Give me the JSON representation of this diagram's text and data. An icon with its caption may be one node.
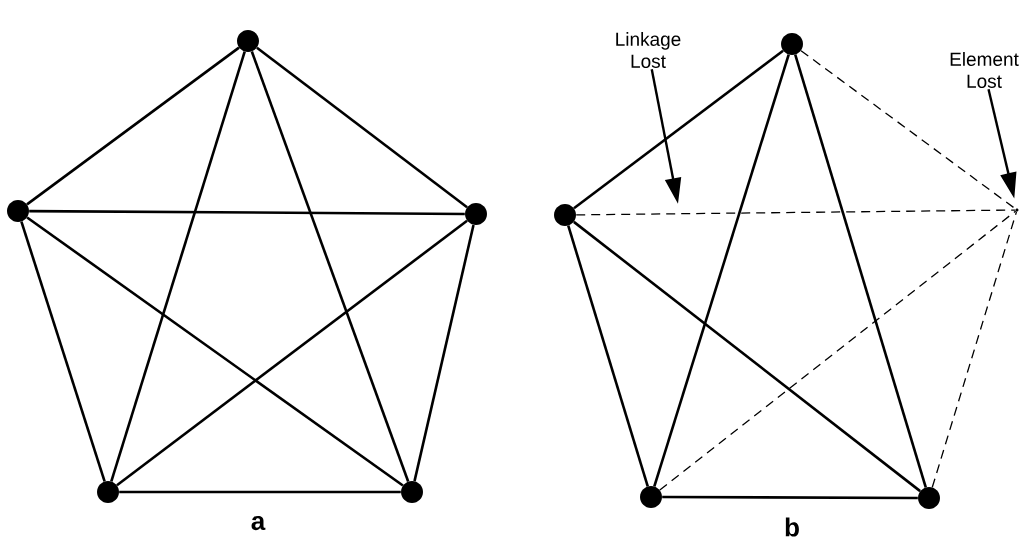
{
  "diagram": {
    "nodes": [
      {
        "text": [],
        "shape": "circle"
      },
      {
        "text": [],
        "shape": "circle"
      },
      {
        "text": [],
        "shape": "circle"
      },
      {
        "text": [],
        "shape": "circle"
      },
      {
        "text": [],
        "shape": "circle"
      },
      {
        "text": [],
        "shape": "circle"
      },
      {
        "text": [],
        "shape": "circle"
      },
      {
        "text": [],
        "shape": "point"
      },
      {
        "text": [],
        "shape": "circle"
      },
      {
        "text": [],
        "shape": "circle"
      },
      {
        "text": [
          "Linkage Lost"
        ]
      },
      {
        "text": [
          "Element Lost"
        ]
      }
    ],
    "edges": [
      {
        "from": 0,
        "to": 1,
        "arrow": "none"
      },
      {
        "from": 0,
        "to": 2,
        "arrow": "none"
      },
      {
        "from": 0,
        "to": 3,
        "arrow": "none"
      },
      {
        "from": 0,
        "to": 4,
        "arrow": "none"
      },
      {
        "from": 1,
        "to": 2,
        "arrow": "none"
      },
      {
        "from": 1,
        "to": 3,
        "arrow": "none"
      },
      {
        "from": 1,
        "to": 4,
        "arrow": "none"
      },
      {
        "from": 2,
        "to": 3,
        "arrow": "none"
      },
      {
        "from": 2,
        "to": 4,
        "arrow": "none"
      },
      {
        "from": 3,
        "to": 4,
        "arrow": "none"
      },
      {
        "from": 5,
        "to": 6,
        "arrow": "none"
      },
      {
        "from": 5,
        "to": 8,
        "arrow": "none"
      },
      {
        "from": 5,
        "to": 9,
        "arrow": "none"
      },
      {
        "from": 6,
        "to": 8,
        "arrow": "none"
      },
      {
        "from": 6,
        "to": 9,
        "arrow": "none"
      },
      {
        "from": 8,
        "to": 9,
        "arrow": "none"
      },
      {
        "from": 5,
        "to": 7,
        "arrow": "none",
        "style": "dashed"
      },
      {
        "from": 6,
        "to": 7,
        "arrow": "none",
        "style": "dashed"
      },
      {
        "from": 8,
        "to": 7,
        "arrow": "none",
        "style": "dashed"
      },
      {
        "from": 9,
        "to": 7,
        "arrow": "none",
        "style": "dashed"
      },
      {
        "from": 10,
        "to": null,
        "arrow": "to"
      },
      {
        "from": 11,
        "to": 7,
        "arrow": "to"
      }
    ],
    "labels": [
      "a",
      "b"
    ]
  }
}
